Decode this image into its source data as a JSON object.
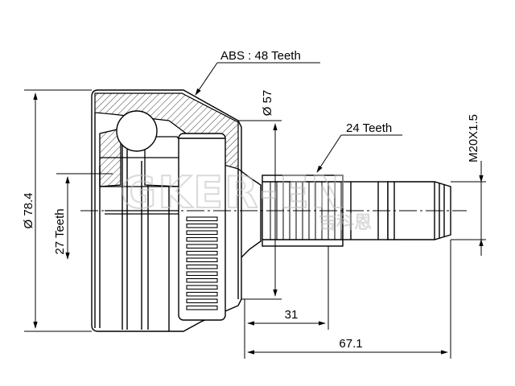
{
  "labels": {
    "abs_teeth": "ABS : 48 Teeth",
    "outer_diameter": "Ø 78.4",
    "inner_teeth": "27 Teeth",
    "seal_diameter": "Ø 57",
    "spline_teeth": "24 Teeth",
    "thread": "M20X1.5",
    "length_short": "31",
    "length_total": "67.1"
  },
  "watermark": {
    "brand": "GKER-EN",
    "cn": "吉科恩"
  },
  "colors": {
    "line": "#000000",
    "hatch_fill": "#ffffff",
    "watermark": "#c8c8c8"
  }
}
